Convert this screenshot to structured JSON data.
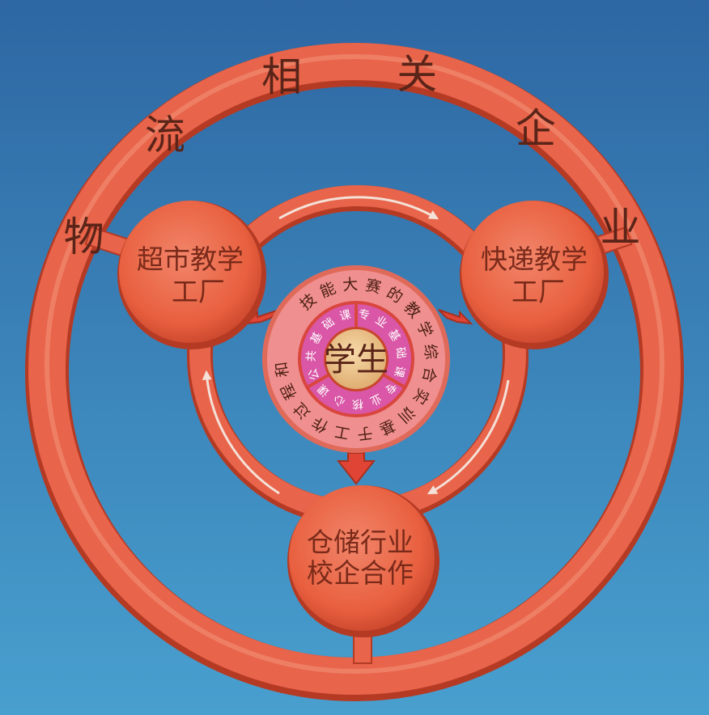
{
  "outer_ring": {
    "chars": [
      "物",
      "流",
      "相",
      "关",
      "企",
      "业"
    ]
  },
  "nodes": {
    "left": {
      "line1": "超市教学",
      "line2": "工厂"
    },
    "right": {
      "line1": "快递教学",
      "line2": "工厂"
    },
    "bottom": {
      "line1": "仓储行业",
      "line2": "校企合作"
    }
  },
  "center": {
    "label": "学生"
  },
  "outer_arc": {
    "chars": [
      "技",
      "能",
      "大",
      "赛",
      "的",
      "教",
      "学",
      "综",
      "合",
      "实",
      "训",
      "基",
      "于",
      "工",
      "作",
      "过",
      "程",
      "和"
    ]
  },
  "inner_arc": {
    "segments": [
      {
        "label": "专业基础课"
      },
      {
        "label": "专业核心课"
      },
      {
        "label": "公共基础课"
      }
    ]
  },
  "colors": {
    "ring": "#e8644a",
    "node": "#ea6a4f",
    "disc_outer": "#f08f8f",
    "disc_inner": "#d957a6",
    "center": "#e6c08f",
    "arrow": "#e04434"
  }
}
